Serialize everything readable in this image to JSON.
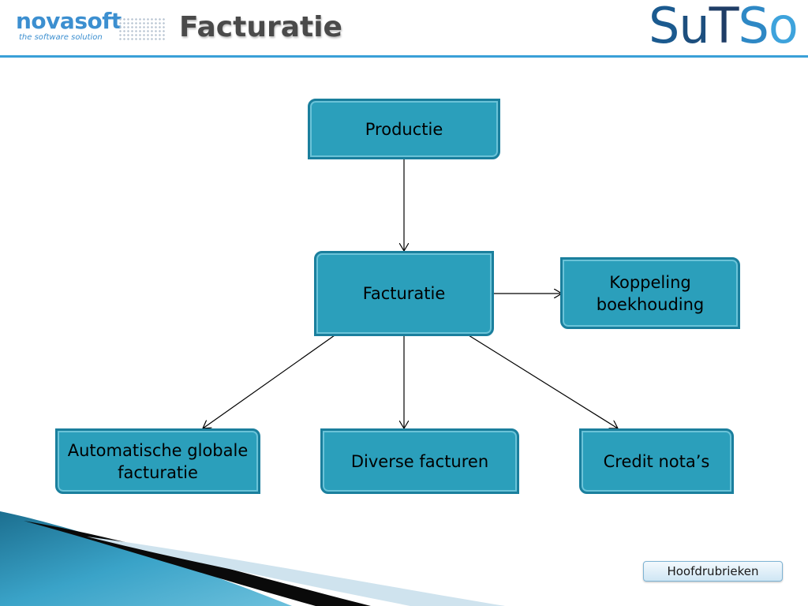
{
  "header": {
    "title": "Facturatie",
    "logo_left_name": "novasoft",
    "logo_left_tagline": "the software solution",
    "logo_right_name": "SuTSo"
  },
  "diagram": {
    "nodes": {
      "productie": "Productie",
      "facturatie": "Facturatie",
      "koppeling": "Koppeling boekhouding",
      "automatische": "Automatische globale facturatie",
      "diverse": "Diverse facturen",
      "credit": "Credit nota’s"
    }
  },
  "nav": {
    "hoofdrubrieken_label": "Hoofdrubrieken"
  },
  "colors": {
    "box_fill": "#2b9fbb",
    "box_border": "#1a7f9d",
    "accent": "#3aa0d8"
  }
}
